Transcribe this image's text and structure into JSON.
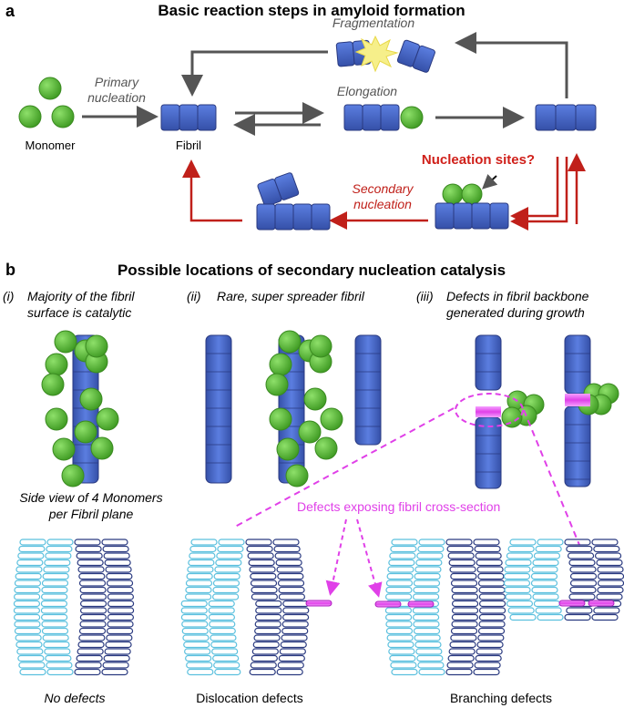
{
  "panel_a": {
    "letter": "a",
    "title": "Basic reaction steps in amyloid formation",
    "labels": {
      "fragmentation": "Fragmentation",
      "primary_1": "Primary",
      "primary_2": "nucleation",
      "elongation": "Elongation",
      "monomer": "Monomer",
      "fibril": "Fibril",
      "nucleation_sites": "Nucleation sites?",
      "secondary_1": "Secondary",
      "secondary_2": "nucleation"
    }
  },
  "panel_b": {
    "letter": "b",
    "title": "Possible locations of secondary nucleation catalysis",
    "case_i_num": "(i)",
    "case_i_1": "Majority of the fibril",
    "case_i_2": "surface is catalytic",
    "case_ii_num": "(ii)",
    "case_ii_1": "Rare, super spreader fibril",
    "case_iii_num": "(iii)",
    "case_iii_1": "Defects in fibril backbone",
    "case_iii_2": "generated during growth",
    "side_view_1": "Side view of 4 Monomers",
    "side_view_2": "per Fibril plane",
    "defects_label": "Defects exposing fibril cross-section",
    "no_defects": "No defects",
    "dislocation": "Dislocation defects",
    "branching": "Branching defects"
  },
  "colors": {
    "fibril_blue": "#4466c4",
    "monomer_green": "#5fbf3c",
    "arrow_grey": "#555555",
    "arrow_red": "#c0201a",
    "defect_magenta": "#e040e8",
    "layer_light": "#5bc0de",
    "layer_dark": "#2a3a80"
  }
}
